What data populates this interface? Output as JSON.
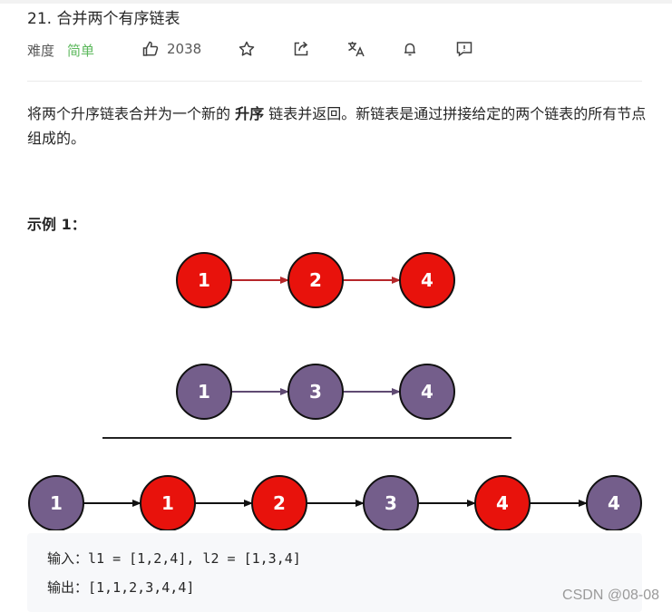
{
  "problem": {
    "title": "21. 合并两个有序链表",
    "difficulty_label": "难度",
    "difficulty_value": "简单",
    "likes": "2038"
  },
  "description": {
    "part1": "将两个升序链表合并为一个新的 ",
    "bold": "升序",
    "part2": " 链表并返回。新链表是通过拼接给定的两个链表的所有节点组成的。"
  },
  "example": {
    "heading": "示例 1：",
    "list1": [
      "1",
      "2",
      "4"
    ],
    "list2": [
      "1",
      "3",
      "4"
    ],
    "merged": [
      "1",
      "1",
      "2",
      "3",
      "4",
      "4"
    ],
    "merged_colors": [
      "purple",
      "red",
      "red",
      "purple",
      "red",
      "purple"
    ],
    "input_line": "输入：l1 = [1,2,4], l2 = [1,3,4]",
    "output_line": "输出：[1,1,2,3,4,4]"
  },
  "colors": {
    "red": "#e8120c",
    "purple": "#745e8b",
    "red_arrow": "#b6272a",
    "purple_arrow": "#5f4a72",
    "difficulty_easy": "#5cb85c"
  },
  "toolbar_icons": [
    "thumbs-up-icon",
    "star-icon",
    "share-icon",
    "translate-icon",
    "bell-icon",
    "feedback-icon"
  ],
  "watermark": "CSDN @08-08"
}
